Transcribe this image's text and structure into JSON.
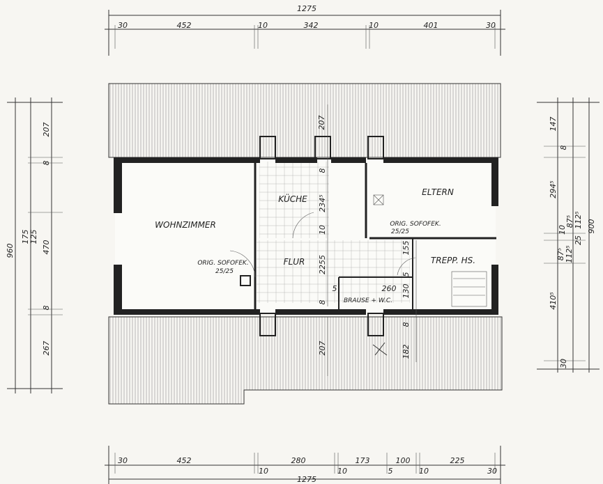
{
  "dims_top": {
    "total": "1275",
    "parts": [
      "30",
      "452",
      "10",
      "342",
      "10",
      "401",
      "30"
    ]
  },
  "dims_bottom": {
    "total": "1275",
    "parts": [
      "30",
      "452",
      "10",
      "280",
      "10",
      "173",
      "5",
      "100",
      "10",
      "225",
      "30"
    ]
  },
  "dims_left": {
    "total": "960",
    "parts": [
      "207",
      "8",
      "175",
      "125",
      "470",
      "8",
      "267"
    ]
  },
  "dims_right": {
    "total": "900",
    "parts": [
      "147",
      "8",
      "294⁵",
      "10",
      "87⁵",
      "112⁵",
      "25",
      "87⁵",
      "112⁵",
      "410⁵",
      "30"
    ]
  },
  "rooms": {
    "wohnzimmer": "WOHNZIMMER",
    "kueche": "KÜCHE",
    "eltern": "ELTERN",
    "flur": "FLUR",
    "trepp": "TREPP. HS.",
    "brause": "BRAUSE + W.C."
  },
  "notes": {
    "sofort_left_1": "ORIG. SOFOFEK.",
    "sofort_left_2": "25/25",
    "sofort_right_1": "ORIG. SOFOFEK.",
    "sofort_right_2": "25/25"
  },
  "inner_dims": {
    "d207_top": "207",
    "d8a": "8",
    "d234": "234⁵",
    "d10a": "10",
    "d2255": "2255",
    "d5a": "5",
    "d8b": "8",
    "d260": "260",
    "d130": "130",
    "d155": "155",
    "d5b": "5",
    "d8c": "8",
    "d207_bot": "207",
    "d182": "182"
  }
}
